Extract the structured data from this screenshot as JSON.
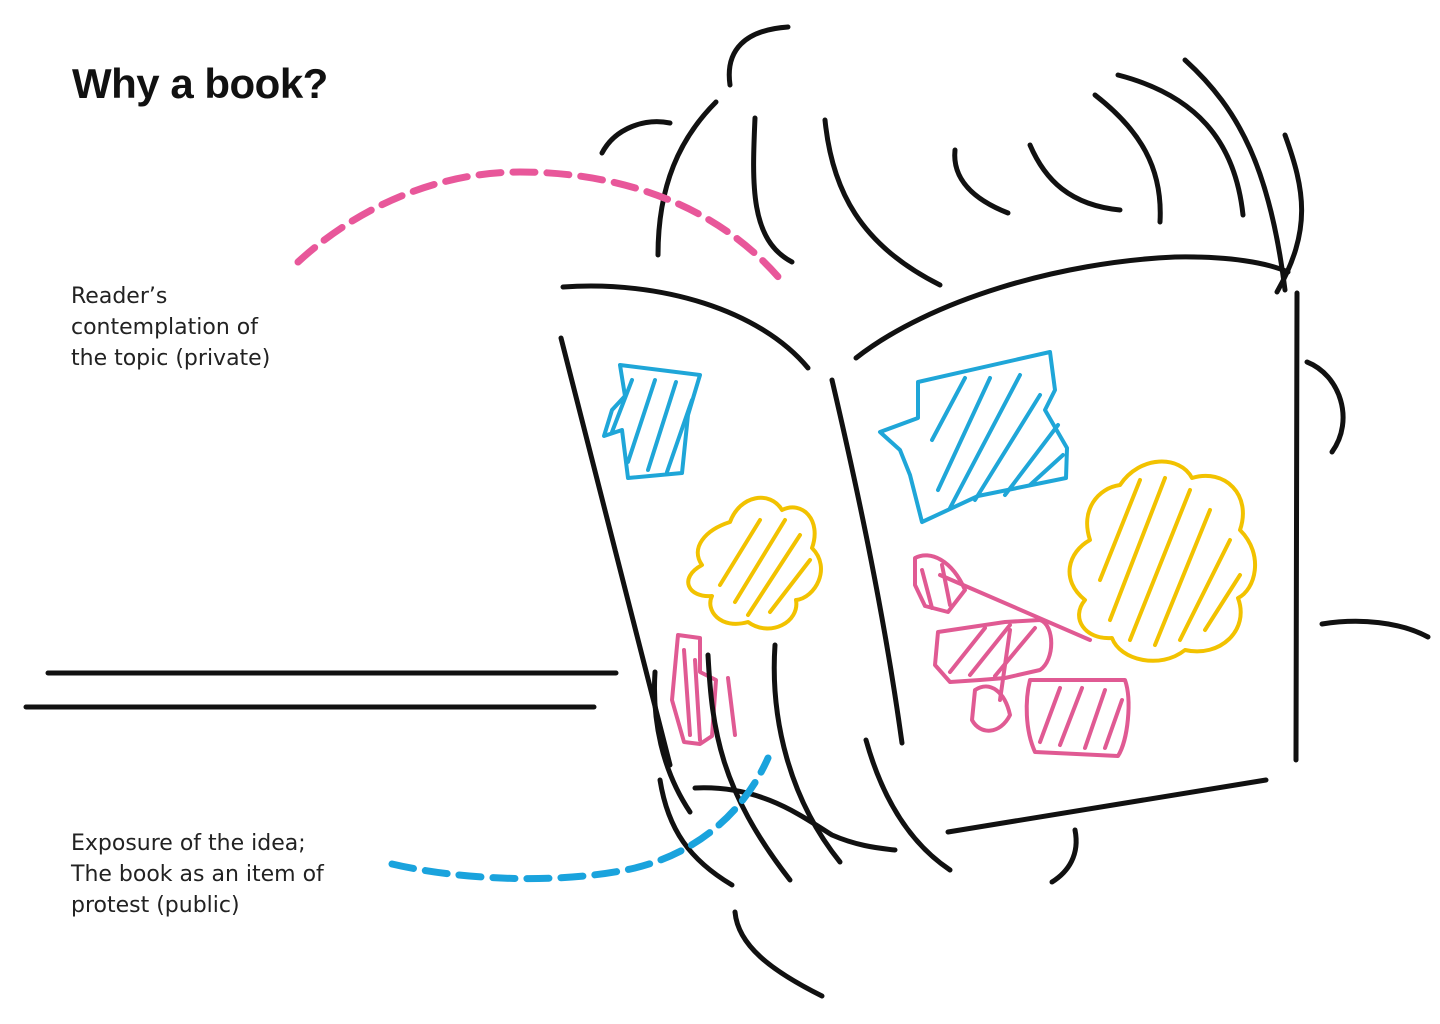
{
  "title": "Why a book?",
  "annotations": {
    "private": {
      "lines": [
        "Reader’s",
        "contemplation of",
        "the topic (private)"
      ]
    },
    "public": {
      "lines": [
        "Exposure of the idea;",
        "The book as an item of",
        "protest (public)"
      ]
    }
  },
  "colors": {
    "ink": "#111111",
    "private_pink": "#e8579a",
    "public_blue": "#1aa3dd",
    "blue": "#1fa6d8",
    "yellow": "#f2c200",
    "pink": "#e05a93"
  }
}
